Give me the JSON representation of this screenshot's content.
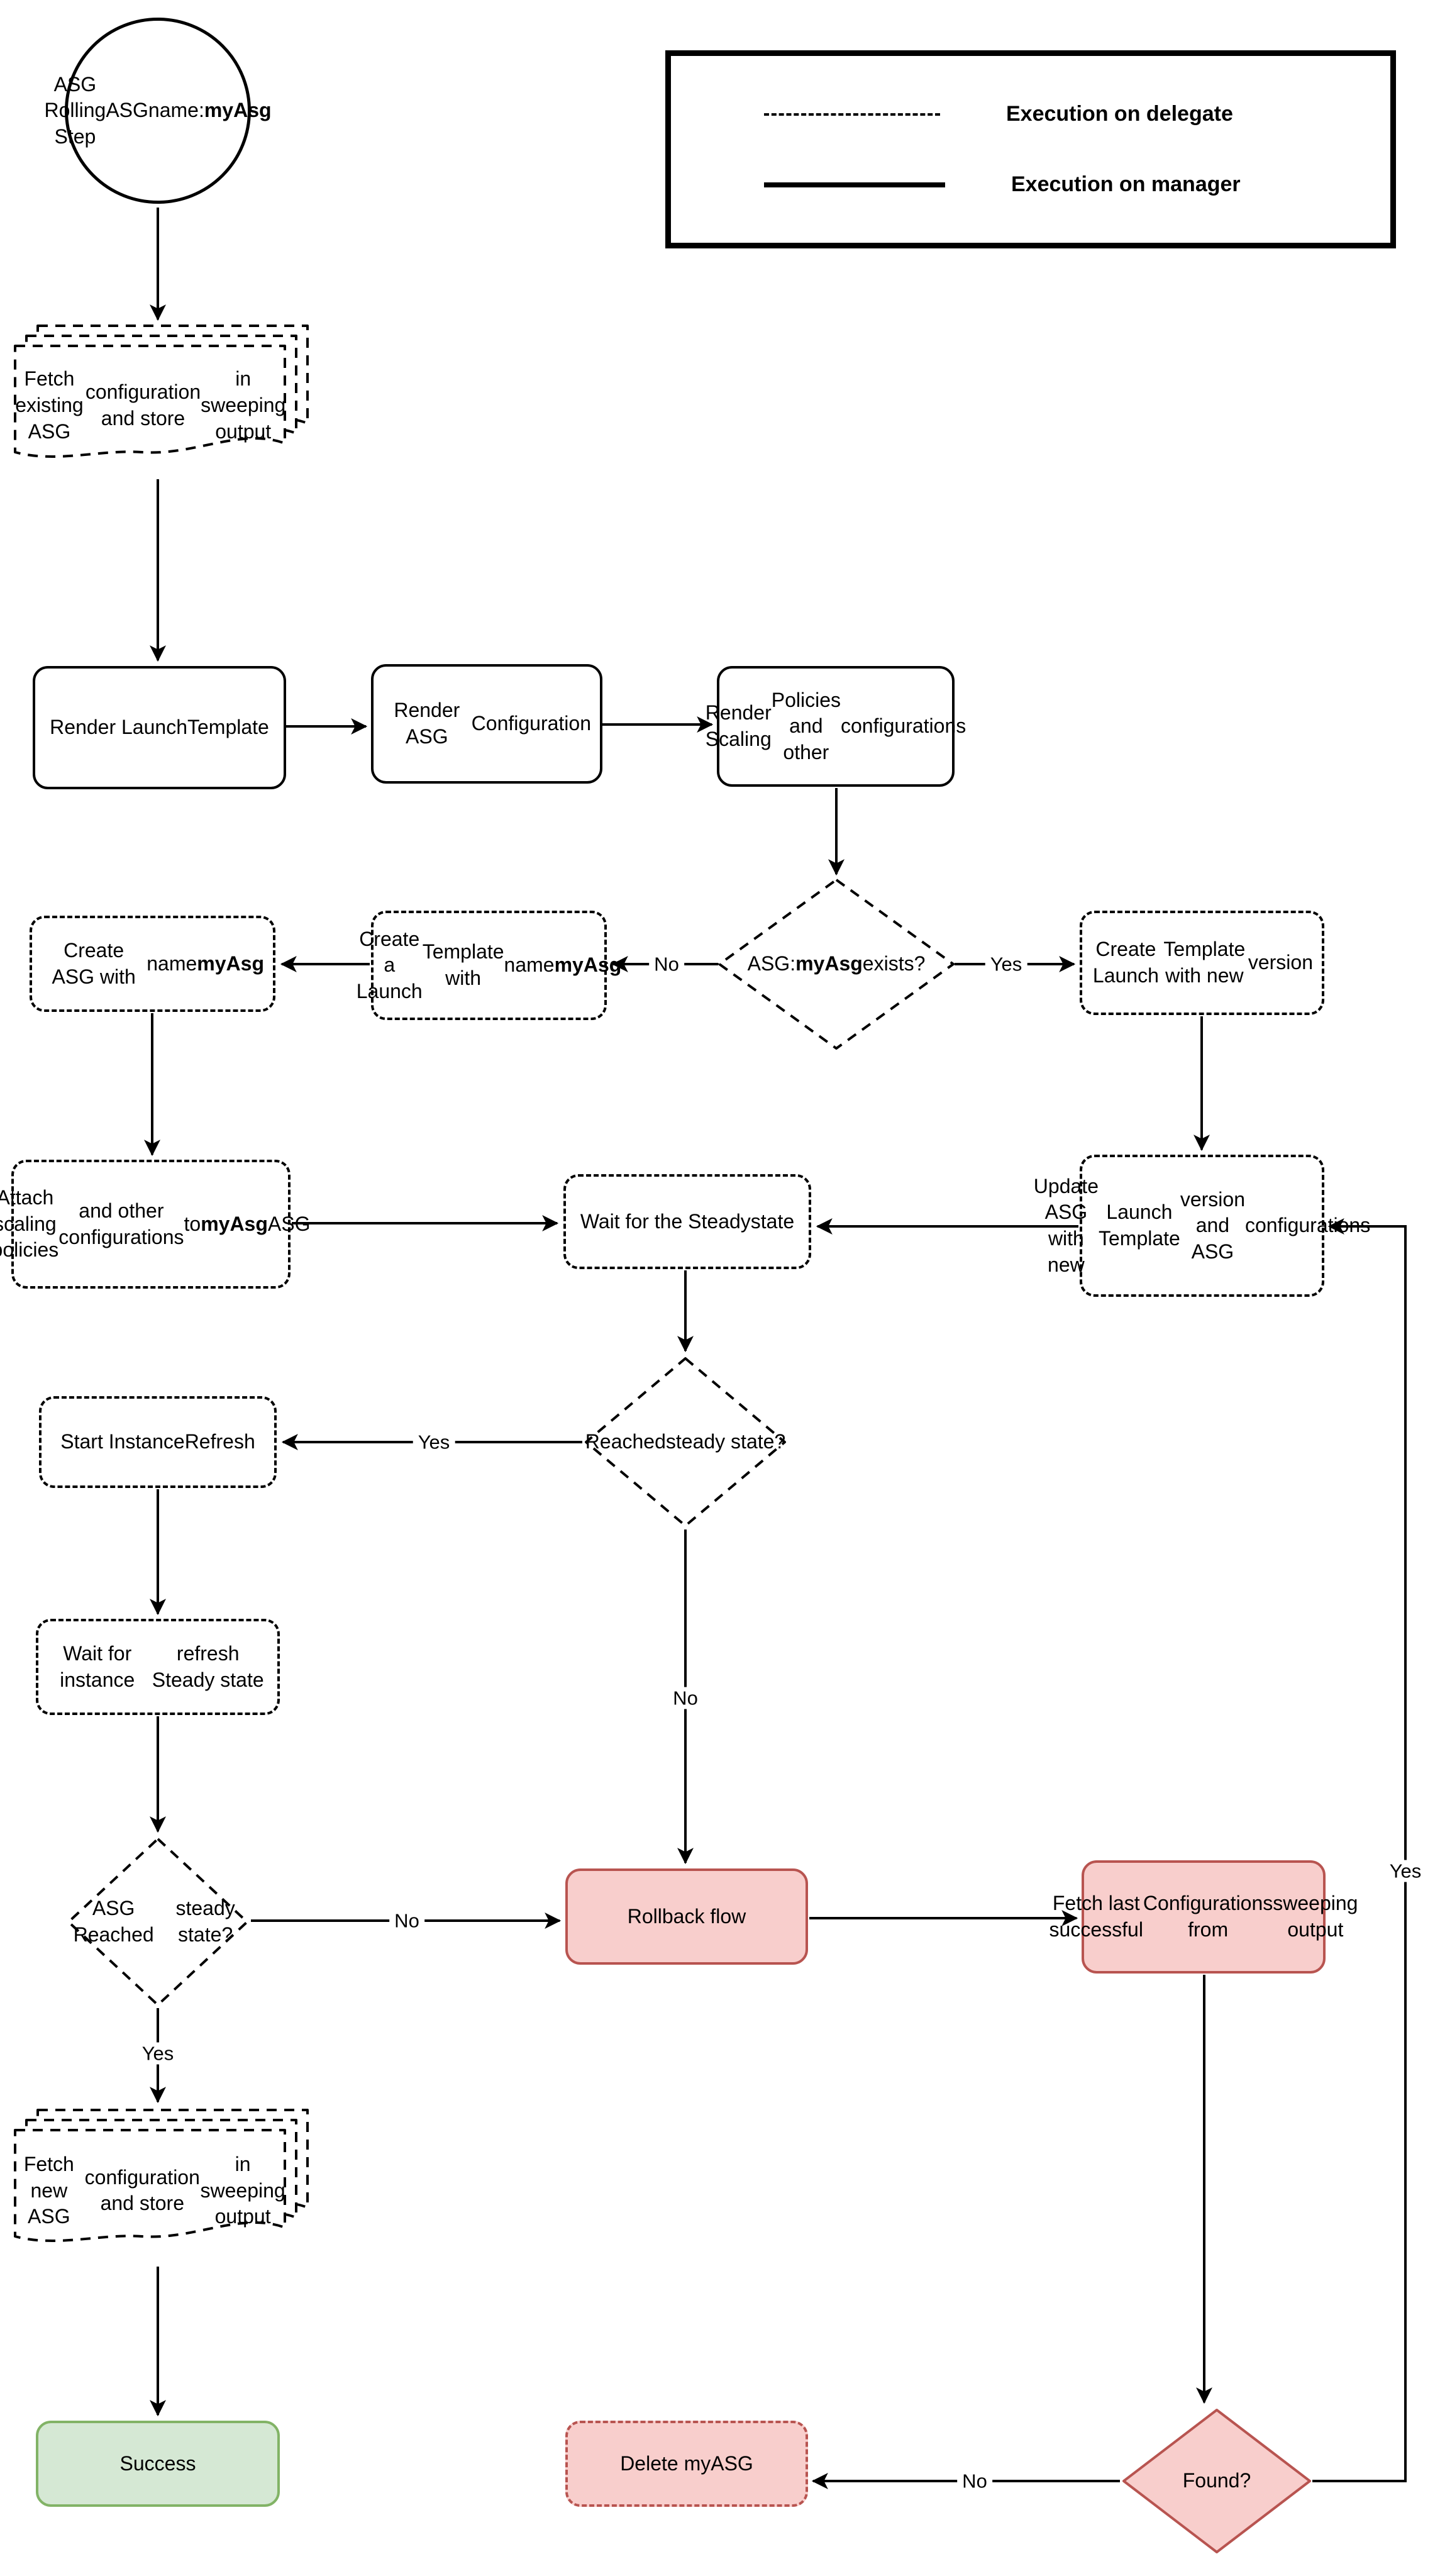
{
  "colors": {
    "line": "#000000",
    "danger_fill": "#f8cecc",
    "danger_border": "#b85450",
    "success_fill": "#d5e8d4",
    "success_border": "#82b366"
  },
  "legend": {
    "items": [
      {
        "style": "dashed",
        "label": "Execution on delegate"
      },
      {
        "style": "solid",
        "label": "Execution on manager"
      }
    ]
  },
  "nodes": {
    "start": {
      "lines": [
        [
          {
            "t": "ASG Rolling Step"
          }
        ],
        [
          {
            "t": "ASG"
          }
        ],
        [
          {
            "t": "name: "
          },
          {
            "t": "myAsg",
            "b": true
          }
        ]
      ]
    },
    "fetch_existing": {
      "lines": [
        [
          {
            "t": "Fetch existing ASG"
          }
        ],
        [
          {
            "t": "configuration and store"
          }
        ],
        [
          {
            "t": "in sweeping output"
          }
        ]
      ]
    },
    "render_launch_template": {
      "lines": [
        [
          {
            "t": "Render Launch"
          }
        ],
        [
          {
            "t": "Template"
          }
        ]
      ]
    },
    "render_asg_config": {
      "lines": [
        [
          {
            "t": "Render ASG"
          }
        ],
        [
          {
            "t": "Configuration"
          }
        ]
      ]
    },
    "render_scaling": {
      "lines": [
        [
          {
            "t": "Render Scaling"
          }
        ],
        [
          {
            "t": "Policies and other"
          }
        ],
        [
          {
            "t": "configurations"
          }
        ]
      ]
    },
    "asg_exists": {
      "lines": [
        [
          {
            "t": "ASG:"
          }
        ],
        [
          {
            "t": "myAsg",
            "b": true
          },
          {
            "t": " exists?"
          }
        ]
      ]
    },
    "create_launch_template": {
      "lines": [
        [
          {
            "t": "Create a Launch"
          }
        ],
        [
          {
            "t": "Template with"
          }
        ],
        [
          {
            "t": "name "
          },
          {
            "t": "myAsg",
            "b": true
          }
        ]
      ]
    },
    "create_asg": {
      "lines": [
        [
          {
            "t": "Create ASG with"
          }
        ],
        [
          {
            "t": "name "
          },
          {
            "t": "myAsg",
            "b": true
          }
        ]
      ]
    },
    "create_lt_new": {
      "lines": [
        [
          {
            "t": "Create Launch"
          }
        ],
        [
          {
            "t": "Template with new"
          }
        ],
        [
          {
            "t": "version"
          }
        ]
      ]
    },
    "attach_scaling": {
      "lines": [
        [
          {
            "t": "Attach scaling policies"
          }
        ],
        [
          {
            "t": "and other configurations"
          }
        ],
        [
          {
            "t": "to "
          },
          {
            "t": "myAsg",
            "b": true
          },
          {
            "t": " ASG"
          }
        ]
      ]
    },
    "wait_steady": {
      "lines": [
        [
          {
            "t": "Wait for the Steady"
          }
        ],
        [
          {
            "t": "state"
          }
        ]
      ]
    },
    "update_asg": {
      "lines": [
        [
          {
            "t": "Update ASG with new"
          }
        ],
        [
          {
            "t": "Launch Template"
          }
        ],
        [
          {
            "t": "version and ASG"
          }
        ],
        [
          {
            "t": "configurations"
          }
        ]
      ]
    },
    "reached_steady": {
      "lines": [
        [
          {
            "t": "Reached"
          }
        ],
        [
          {
            "t": "steady state?"
          }
        ]
      ]
    },
    "start_instance_refresh": {
      "lines": [
        [
          {
            "t": "Start Instance"
          }
        ],
        [
          {
            "t": "Refresh"
          }
        ]
      ]
    },
    "wait_instance_refresh": {
      "lines": [
        [
          {
            "t": "Wait for instance"
          }
        ],
        [
          {
            "t": "refresh Steady state"
          }
        ]
      ]
    },
    "asg_reached_steady": {
      "lines": [
        [
          {
            "t": "ASG Reached"
          }
        ],
        [
          {
            "t": "steady state?"
          }
        ]
      ]
    },
    "rollback": {
      "lines": [
        [
          {
            "t": "Rollback flow"
          }
        ]
      ]
    },
    "fetch_last": {
      "lines": [
        [
          {
            "t": "Fetch last successful"
          }
        ],
        [
          {
            "t": "Configurations from"
          }
        ],
        [
          {
            "t": "sweeping output"
          }
        ]
      ]
    },
    "fetch_new": {
      "lines": [
        [
          {
            "t": "Fetch new ASG"
          }
        ],
        [
          {
            "t": "configuration and store"
          }
        ],
        [
          {
            "t": "in sweeping output"
          }
        ]
      ]
    },
    "success": {
      "lines": [
        [
          {
            "t": "Success"
          }
        ]
      ]
    },
    "delete_myasg": {
      "lines": [
        [
          {
            "t": "Delete myASG"
          }
        ]
      ]
    },
    "found": {
      "lines": [
        [
          {
            "t": "Found?"
          }
        ]
      ]
    }
  },
  "edge_labels": {
    "asg_exists_no": "No",
    "asg_exists_yes": "Yes",
    "reached_yes": "Yes",
    "reached_no": "No",
    "asg_reached_no": "No",
    "asg_reached_yes": "Yes",
    "found_no": "No",
    "found_yes": "Yes"
  }
}
